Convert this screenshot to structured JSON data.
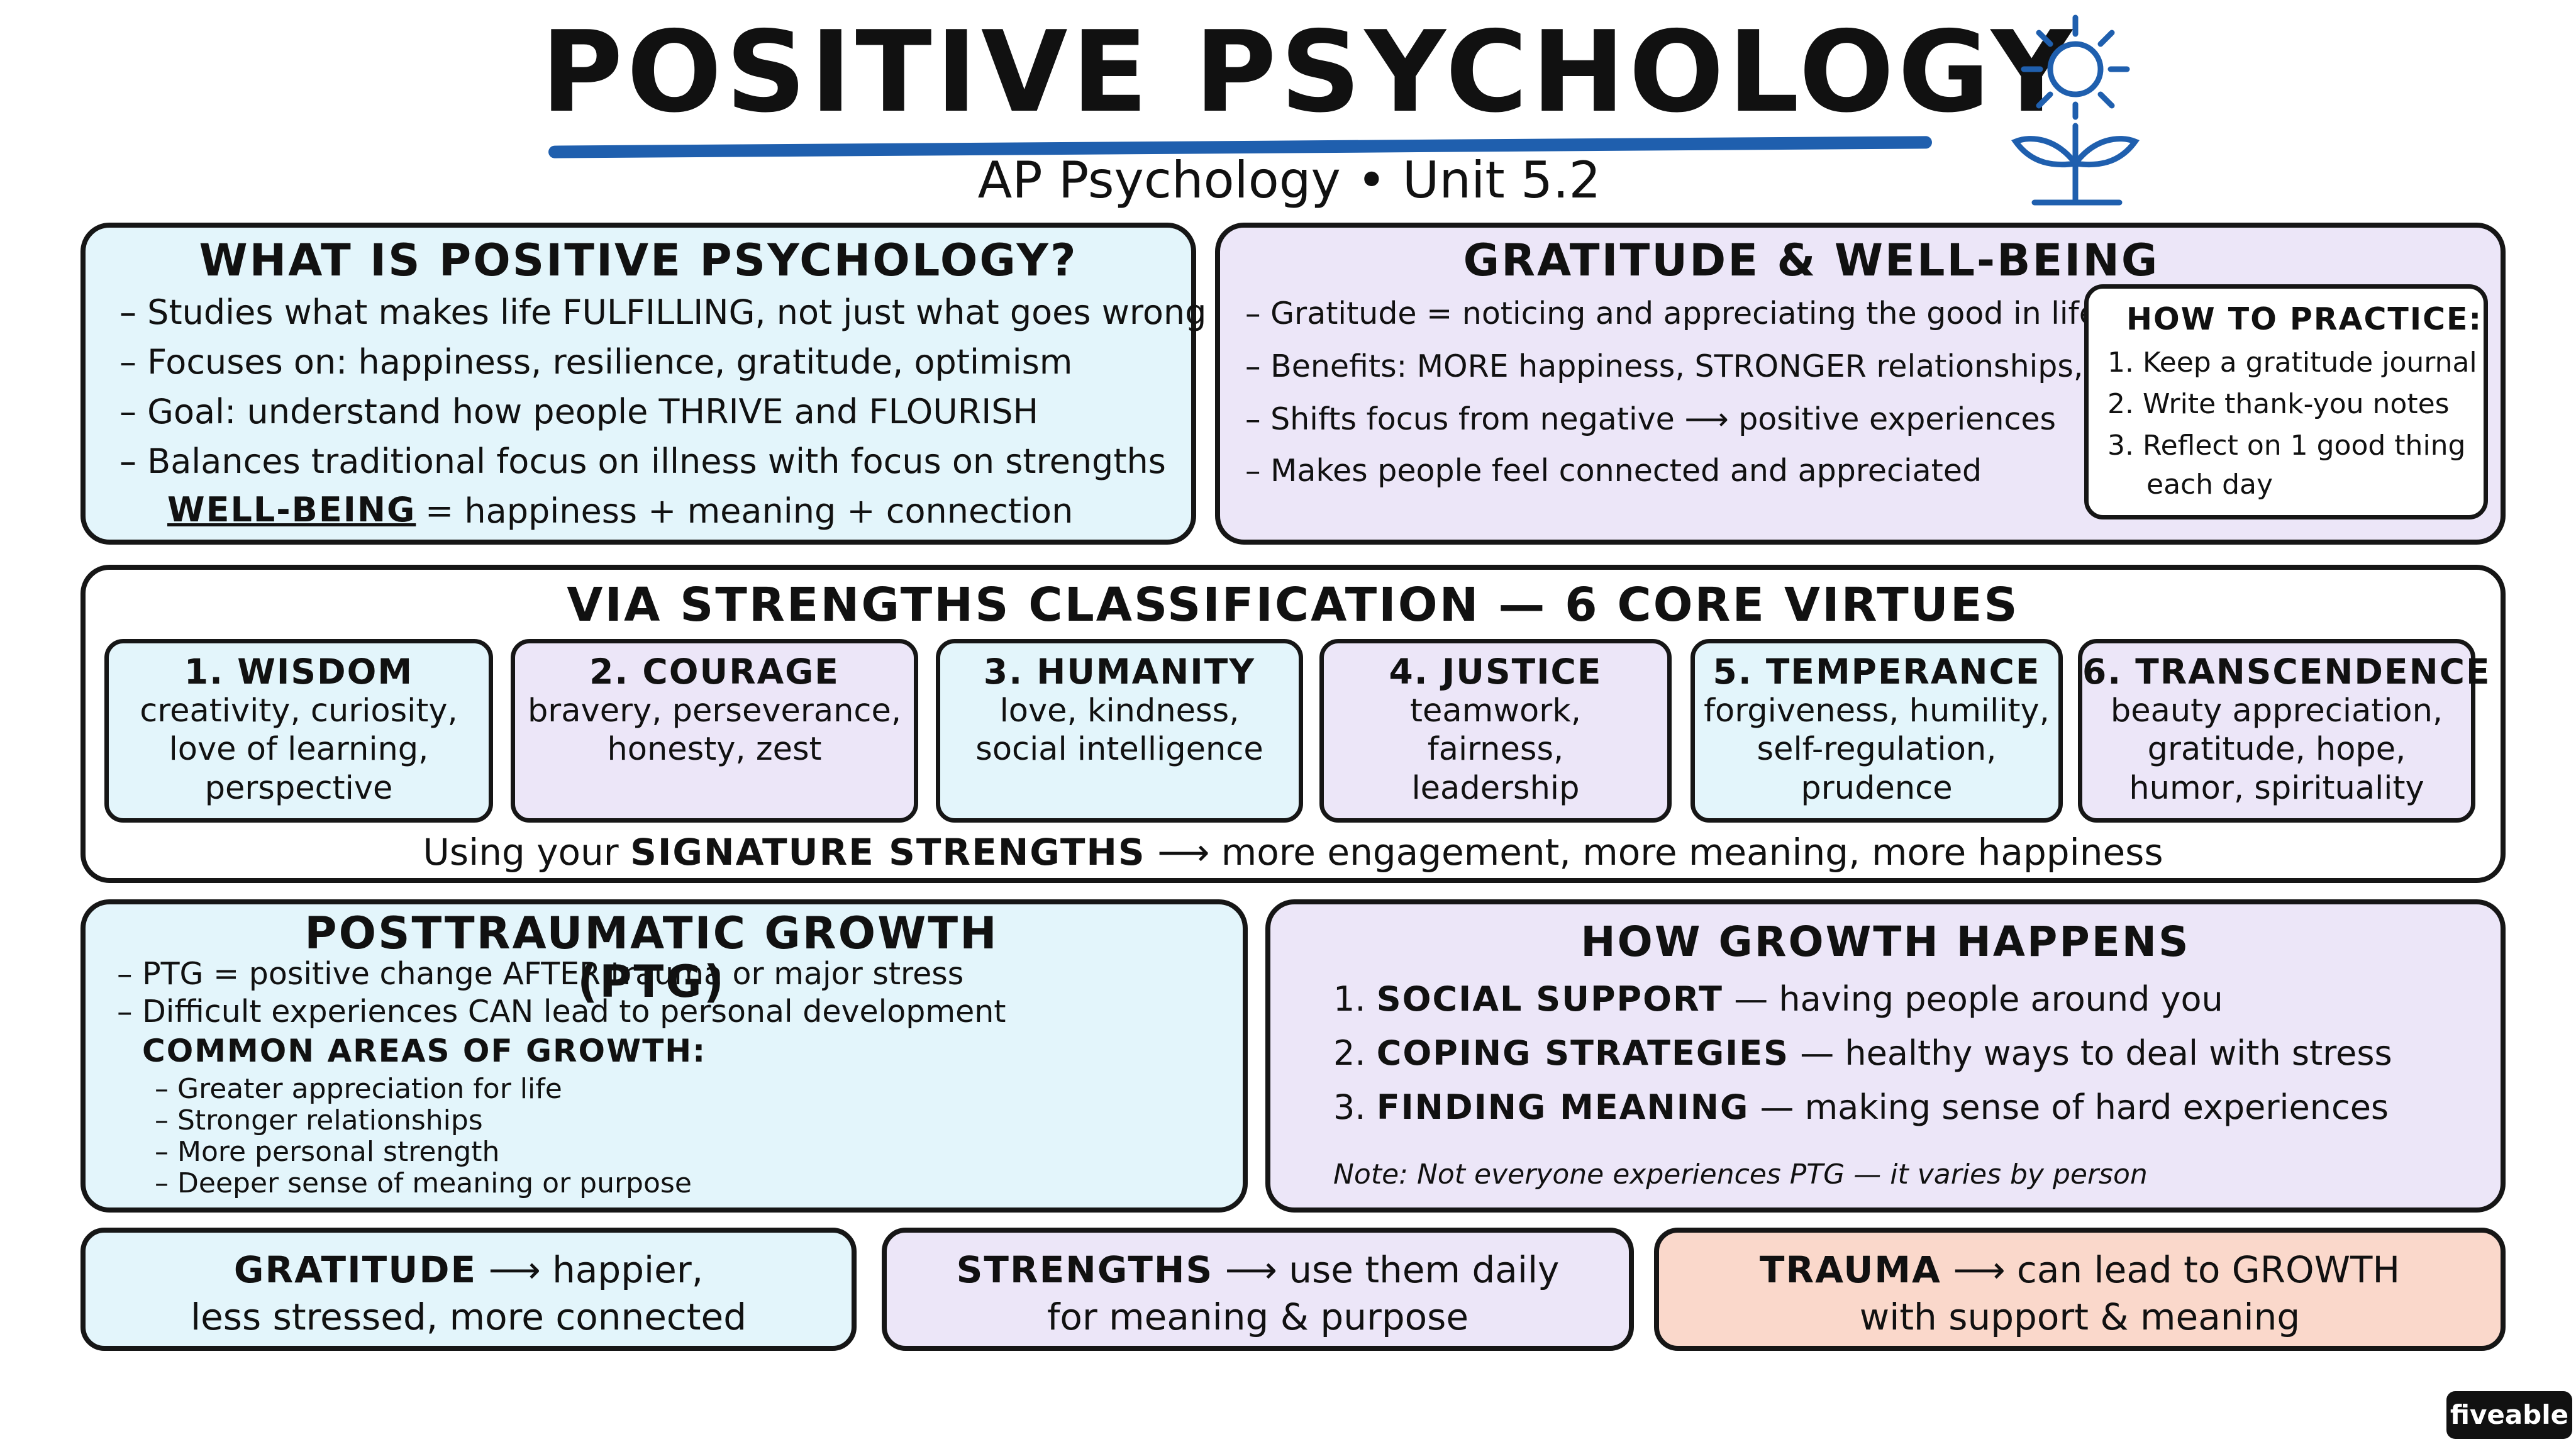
{
  "header": {
    "title": "POSITIVE PSYCHOLOGY",
    "subtitle": "AP Psychology • Unit 5.2",
    "icon": "sun-flower-icon",
    "accent_color": "#1f5fae"
  },
  "what_is": {
    "title": "WHAT IS POSITIVE PSYCHOLOGY?",
    "bullets": [
      "– Studies what makes life FULFILLING, not just what goes wrong",
      "– Focuses on: happiness, resilience, gratitude, optimism",
      "– Goal: understand how people THRIVE and FLOURISH",
      "– Balances traditional focus on illness with focus on strengths"
    ],
    "wellbeing_term": "WELL-BEING",
    "wellbeing_def": "= happiness + meaning + connection"
  },
  "gratitude": {
    "title": "GRATITUDE & WELL-BEING",
    "bullets": [
      "– Gratitude = noticing and appreciating the good in life",
      "– Benefits: MORE happiness, STRONGER relationships, LESS stress",
      "– Shifts focus from negative ⟶ positive experiences",
      "– Makes people feel connected and appreciated"
    ],
    "practice": {
      "title": "HOW TO PRACTICE:",
      "steps": [
        "1. Keep a gratitude journal",
        "2. Write thank-you notes",
        "3. Reflect on 1 good thing",
        "each day"
      ]
    }
  },
  "via": {
    "title": "VIA STRENGTHS CLASSIFICATION — 6 CORE VIRTUES",
    "virtues": [
      {
        "name": "1. WISDOM",
        "lines": [
          "creativity, curiosity,",
          "love of learning,",
          "perspective"
        ]
      },
      {
        "name": "2. COURAGE",
        "lines": [
          "bravery, perseverance,",
          "honesty, zest",
          ""
        ]
      },
      {
        "name": "3. HUMANITY",
        "lines": [
          "love, kindness,",
          "social intelligence",
          ""
        ]
      },
      {
        "name": "4. JUSTICE",
        "lines": [
          "teamwork,",
          "fairness,",
          "leadership"
        ]
      },
      {
        "name": "5. TEMPERANCE",
        "lines": [
          "forgiveness, humility,",
          "self-regulation,",
          "prudence"
        ]
      },
      {
        "name": "6. TRANSCENDENCE",
        "lines": [
          "beauty appreciation,",
          "gratitude, hope,",
          "humor, spirituality"
        ]
      }
    ],
    "footer_pre": "Using your",
    "footer_bold": "SIGNATURE STRENGTHS",
    "footer_post": "⟶ more engagement, more meaning, more happiness"
  },
  "ptg": {
    "title": "POSTTRAUMATIC GROWTH (PTG)",
    "bullets": [
      "– PTG = positive change AFTER trauma or major stress",
      "– Difficult experiences CAN lead to personal development"
    ],
    "areas_title": "COMMON AREAS OF GROWTH:",
    "areas": [
      "– Greater appreciation for life",
      "– Stronger relationships",
      "– More personal strength",
      "– Deeper sense of meaning or purpose"
    ]
  },
  "growth": {
    "title": "HOW GROWTH HAPPENS",
    "items": [
      {
        "num": "1.",
        "label": "SOCIAL SUPPORT",
        "text": "— having people around you"
      },
      {
        "num": "2.",
        "label": "COPING STRATEGIES",
        "text": "— healthy ways to deal with stress"
      },
      {
        "num": "3.",
        "label": "FINDING MEANING",
        "text": "— making sense of hard experiences"
      }
    ],
    "note": "Note: Not everyone experiences PTG — it varies by person"
  },
  "takeaways": [
    {
      "bold": "GRATITUDE",
      "line1": "⟶ happier,",
      "line2": "less stressed, more connected"
    },
    {
      "bold": "STRENGTHS",
      "line1": "⟶ use them daily",
      "line2": "for meaning & purpose"
    },
    {
      "bold": "TRAUMA",
      "line1": "⟶ can lead to GROWTH",
      "line2": "with support & meaning"
    }
  ],
  "brand": "fiveable"
}
